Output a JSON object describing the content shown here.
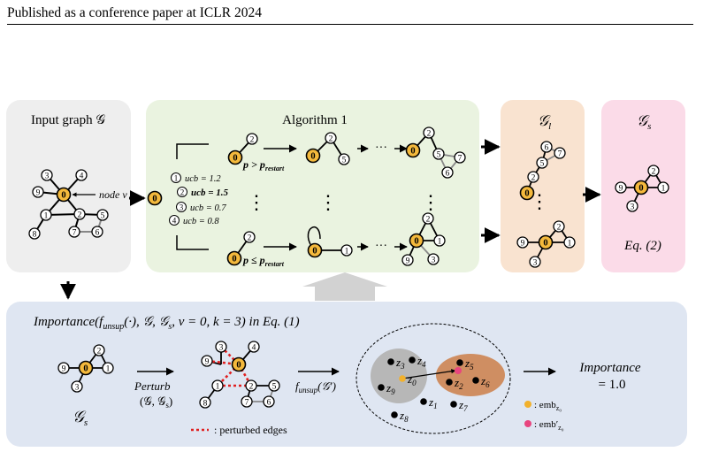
{
  "header": {
    "text": "Published as a conference paper at ICLR 2024"
  },
  "colors": {
    "input_panel": "#eeeeee",
    "algorithm_panel": "#eaf3e0",
    "gl_panel": "#f9e3d0",
    "gs_panel": "#fbdbe8",
    "bottom_panel": "#dfe6f2",
    "target_node": "#f4b93c",
    "cluster_gray": "#b7b7b7",
    "cluster_brown": "#cf8e62",
    "emb_dot": "#f2b12c",
    "emb_prime_dot": "#e8457f",
    "perturbed_edge": "#e02020"
  },
  "panels": {
    "input": {
      "title": "Input graph 𝒢",
      "node_label": "node v"
    },
    "algorithm": {
      "title": "Algorithm 1",
      "cond_top": "p > p",
      "cond_top_sub": "restart",
      "cond_bottom": "p ≤ p",
      "cond_bottom_sub": "restart",
      "ellipsis_h": "···",
      "ellipsis_v": "⋮",
      "ucb": [
        {
          "num": "1",
          "text": "ucb = 1.2"
        },
        {
          "num": "2",
          "text": "ucb = 1.5"
        },
        {
          "num": "3",
          "text": "ucb = 0.7"
        },
        {
          "num": "4",
          "text": "ucb = 0.8"
        }
      ]
    },
    "gl": {
      "title": "𝒢",
      "title_sub": "l",
      "ellipsis_v": "⋮"
    },
    "gs": {
      "title": "𝒢",
      "title_sub": "s",
      "eq": "Eq. (2)"
    },
    "importance": {
      "heading": "Importance(f",
      "heading_sub": "unsup",
      "heading_rest": "(·), 𝒢, 𝒢",
      "heading_sub2": "s",
      "heading_tail": ", v = 0, k = 3) in Eq. (1)",
      "gs_label": "𝒢",
      "gs_label_sub": "s",
      "perturb": "Perturb",
      "perturb_args": "(𝒢, 𝒢",
      "perturb_args_sub": "s",
      "perturb_args_tail": ")",
      "funsup": "f",
      "funsup_sub": "unsup",
      "funsup_arg": "(𝒢′)",
      "perturbed_legend": ": perturbed edges",
      "result_label": "Importance",
      "result_value": "= 1.0",
      "emb_legend": ": emb",
      "emb_legend_sub": "z₀",
      "emb_prime_legend": ": emb′",
      "emb_prime_legend_sub": "z₀"
    }
  },
  "node_labels": [
    "0",
    "1",
    "2",
    "3",
    "4",
    "5",
    "6",
    "7",
    "8",
    "9"
  ],
  "embeddings": [
    {
      "label": "z",
      "sub": "3"
    },
    {
      "label": "z",
      "sub": "4"
    },
    {
      "label": "z",
      "sub": "0"
    },
    {
      "label": "z",
      "sub": "9"
    },
    {
      "label": "z",
      "sub": "5"
    },
    {
      "label": "z",
      "sub": "2"
    },
    {
      "label": "z",
      "sub": "6"
    },
    {
      "label": "z",
      "sub": "1"
    },
    {
      "label": "z",
      "sub": "7"
    },
    {
      "label": "z",
      "sub": "8"
    }
  ]
}
